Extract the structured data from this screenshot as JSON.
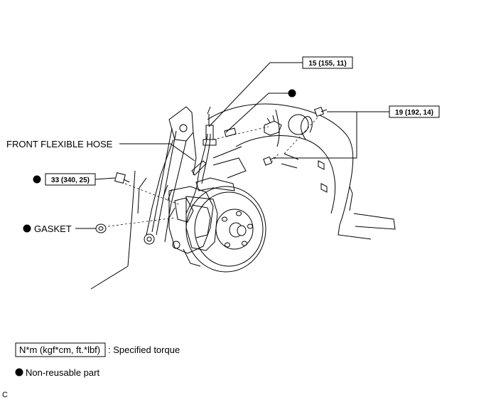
{
  "callouts": {
    "torque_upper": "15 (155, 11)",
    "torque_right": "19 (192, 14)",
    "torque_left": "33 (340, 25)",
    "front_flexible_hose": "FRONT FLEXIBLE HOSE",
    "gasket": "GASKET"
  },
  "legend": {
    "torque_box_label": "N*m (kgf*cm, ft.*lbf)",
    "torque_description": ": Specified torque",
    "nonreusable_description": "Non-reusable part"
  },
  "footer": {
    "code": "C"
  }
}
